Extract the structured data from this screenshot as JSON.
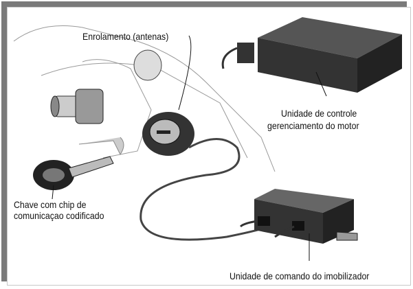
{
  "labels": {
    "coil": "Enrolamento (antenas)",
    "ecu_line1": "Unidade de controle",
    "ecu_line2": "gerenciamento do motor",
    "key_line1": "Chave com  chip de",
    "key_line2": "comunicaçao codificado",
    "immobilizer": "Unidade de comando do imobilizador"
  }
}
